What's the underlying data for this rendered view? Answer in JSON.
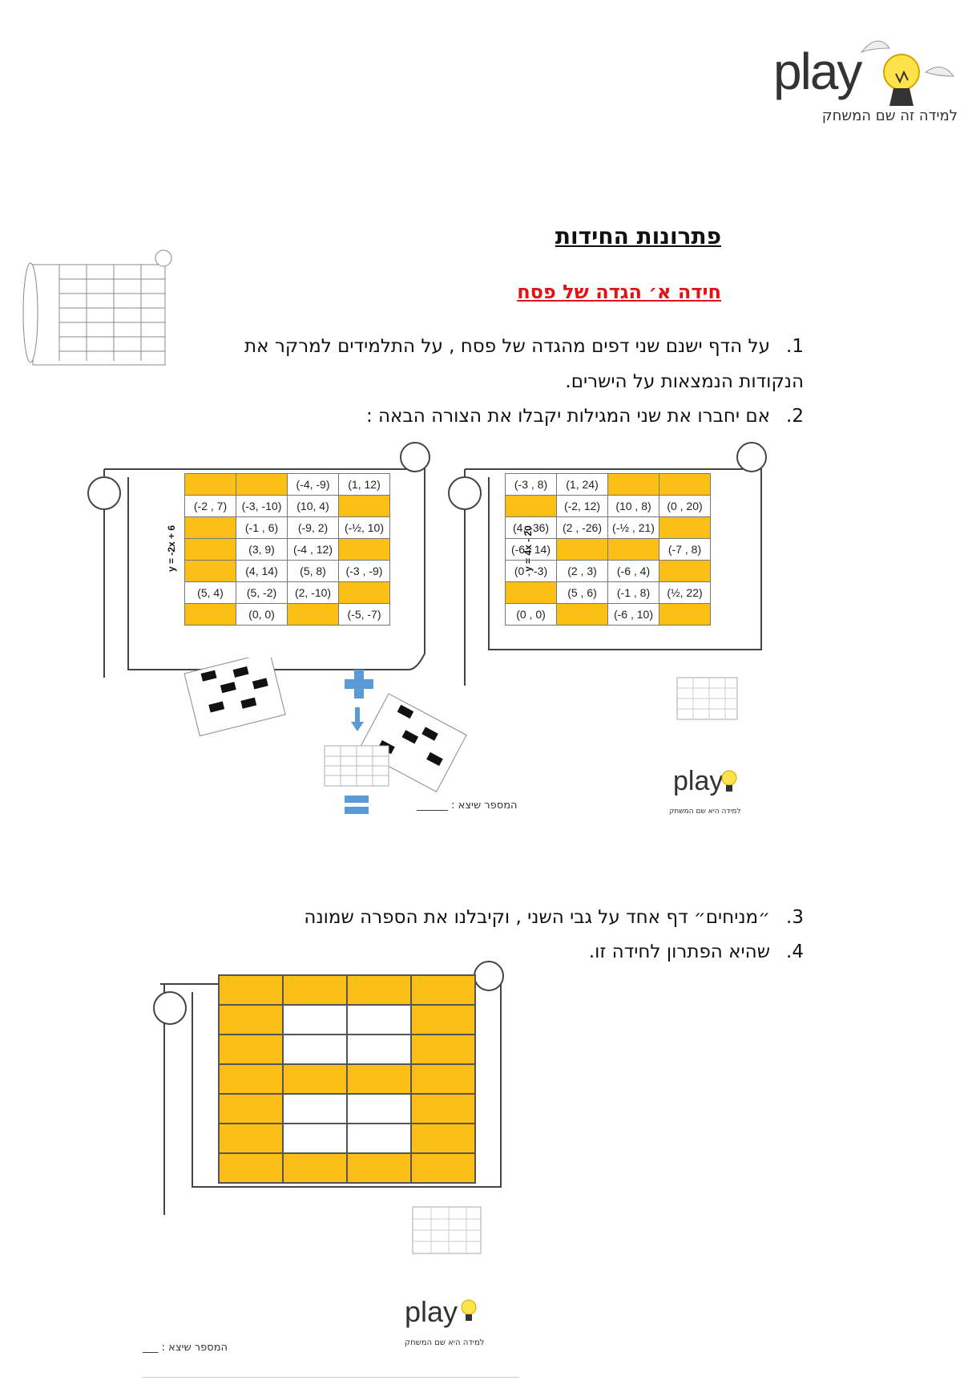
{
  "logo": {
    "wordmark": "play",
    "tagline": "למידה זה שם המשחק"
  },
  "heading": {
    "title": "פתרונות החידות",
    "riddle_title": "חידה א׳  הגדה של פסח"
  },
  "items": [
    {
      "num": "1.",
      "text": "על הדף ישנם שני דפים מהגדה של פסח , על התלמידים למרקר את הנקודות הנמצאות על הישרים."
    },
    {
      "num": "2.",
      "text": "אם יחברו את שני המגילות יקבלו את הצורה הבאה :"
    },
    {
      "num": "3.",
      "text": "״מניחים״ דף אחד על גבי השני , וקיבלנו את הספרה שמונה"
    },
    {
      "num": "4.",
      "text": "שהיא הפתרון לחידה זו."
    }
  ],
  "scroll_left": {
    "equation": "y = -2x + 6",
    "rows": [
      [
        {
          "t": "",
          "f": true
        },
        {
          "t": "",
          "f": true
        },
        {
          "t": "(-4, -9)",
          "f": false
        },
        {
          "t": "(1, 12)",
          "f": false
        }
      ],
      [
        {
          "t": "(-2 , 7)",
          "f": false
        },
        {
          "t": "(-3, -10)",
          "f": false
        },
        {
          "t": "(10, 4)",
          "f": false
        },
        {
          "t": "",
          "f": true
        }
      ],
      [
        {
          "t": "",
          "f": true
        },
        {
          "t": "(-1 , 6)",
          "f": false
        },
        {
          "t": "(-9, 2)",
          "f": false
        },
        {
          "t": "(-½, 10)",
          "f": false
        }
      ],
      [
        {
          "t": "",
          "f": true
        },
        {
          "t": "(3, 9)",
          "f": false
        },
        {
          "t": "(-4 , 12)",
          "f": false
        },
        {
          "t": "",
          "f": true
        }
      ],
      [
        {
          "t": "",
          "f": true
        },
        {
          "t": "(4, 14)",
          "f": false
        },
        {
          "t": "(5, 8)",
          "f": false
        },
        {
          "t": "(-3 , -9)",
          "f": false
        }
      ],
      [
        {
          "t": "(5, 4)",
          "f": false
        },
        {
          "t": "(5, -2)",
          "f": false
        },
        {
          "t": "(2, -10)",
          "f": false
        },
        {
          "t": "",
          "f": true
        }
      ],
      [
        {
          "t": "",
          "f": true
        },
        {
          "t": "(0, 0)",
          "f": false
        },
        {
          "t": "",
          "f": true
        },
        {
          "t": "(-5, -7)",
          "f": false
        }
      ]
    ]
  },
  "scroll_right": {
    "equation": "y = 4x - 20",
    "rows": [
      [
        {
          "t": "(-3 , 8)",
          "f": false
        },
        {
          "t": "(1, 24)",
          "f": false
        },
        {
          "t": "",
          "f": true
        },
        {
          "t": "",
          "f": true
        }
      ],
      [
        {
          "t": "",
          "f": true
        },
        {
          "t": "(-2, 12)",
          "f": false
        },
        {
          "t": "(10 , 8)",
          "f": false
        },
        {
          "t": "(0 , 20)",
          "f": false
        }
      ],
      [
        {
          "t": "(4, -36)",
          "f": false
        },
        {
          "t": "(2 , -26)",
          "f": false
        },
        {
          "t": "(-½ , 21)",
          "f": false
        },
        {
          "t": "",
          "f": true
        }
      ],
      [
        {
          "t": "(-6 , 14)",
          "f": false
        },
        {
          "t": "",
          "f": true
        },
        {
          "t": "",
          "f": true
        },
        {
          "t": "(-7 , 8)",
          "f": false
        }
      ],
      [
        {
          "t": "(0 , -3)",
          "f": false
        },
        {
          "t": "(2 , 3)",
          "f": false
        },
        {
          "t": "(-6 , 4)",
          "f": false
        },
        {
          "t": "",
          "f": true
        }
      ],
      [
        {
          "t": "",
          "f": true
        },
        {
          "t": "(5 , 6)",
          "f": false
        },
        {
          "t": "(-1 , 8)",
          "f": false
        },
        {
          "t": "(½, 22)",
          "f": false
        }
      ],
      [
        {
          "t": "(0 , 0)",
          "f": false
        },
        {
          "t": "",
          "f": true
        },
        {
          "t": "(-6 , 10)",
          "f": false
        },
        {
          "t": "",
          "f": true
        }
      ]
    ]
  },
  "eight_pattern": [
    [
      true,
      true,
      true,
      true
    ],
    [
      true,
      false,
      false,
      true
    ],
    [
      true,
      false,
      false,
      true
    ],
    [
      true,
      true,
      true,
      true
    ],
    [
      true,
      false,
      false,
      true
    ],
    [
      true,
      false,
      false,
      true
    ],
    [
      true,
      true,
      true,
      true
    ]
  ],
  "inner_card": {
    "logo_wordmark": "play",
    "logo_tagline": "למידה היא שם המשחק",
    "result_label": "המספר שיצא : ______"
  },
  "bottom_card": {
    "logo_wordmark": "play",
    "logo_tagline": "למידה היא שם המשחק",
    "result_label": "המספר שיצא : ___"
  },
  "colors": {
    "accent": "#fbbf16",
    "heading_red": "#e01414",
    "plus_blue": "#5b9bd5"
  }
}
